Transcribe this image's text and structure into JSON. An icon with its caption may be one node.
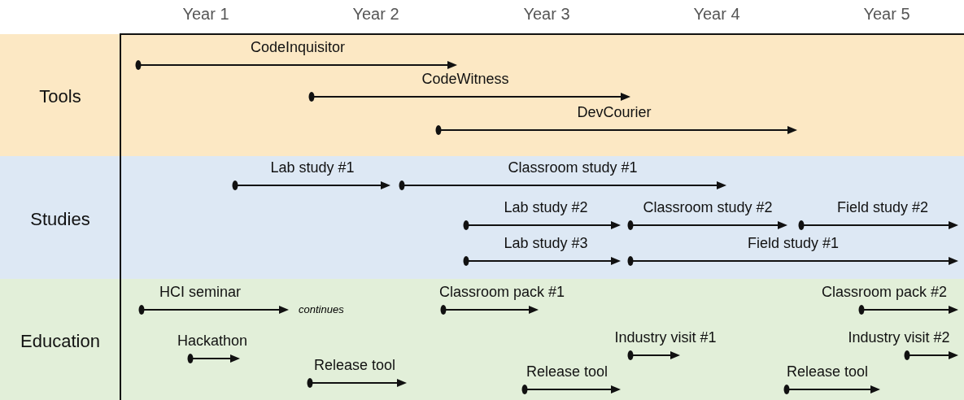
{
  "diagram": {
    "nodes": [
      {
        "text": [
          "Tools"
        ]
      },
      {
        "text": [
          "CodeInquisitor"
        ],
        "in": 0
      },
      {
        "text": [
          "CodeWitness"
        ],
        "in": 0
      },
      {
        "text": [
          "DevCourier"
        ],
        "in": 0
      },
      {
        "text": [
          "Studies"
        ]
      },
      {
        "text": [
          "Lab study #1"
        ],
        "in": 4
      },
      {
        "text": [
          "Classroom study #1"
        ],
        "in": 4
      },
      {
        "text": [
          "Lab study #2"
        ],
        "in": 4
      },
      {
        "text": [
          "Classroom study #2"
        ],
        "in": 4
      },
      {
        "text": [
          "Field study #2"
        ],
        "in": 4
      },
      {
        "text": [
          "Lab study #3"
        ],
        "in": 4
      },
      {
        "text": [
          "Field study #1"
        ],
        "in": 4
      },
      {
        "text": [
          "Education"
        ]
      },
      {
        "text": [
          "HCI seminar"
        ],
        "in": 12,
        "beside": [
          "continues"
        ]
      },
      {
        "text": [
          "Classroom pack #1"
        ],
        "in": 12
      },
      {
        "text": [
          "Classroom pack #2"
        ],
        "in": 12
      },
      {
        "text": [
          "Hackathon"
        ],
        "in": 12
      },
      {
        "text": [
          "Industry visit #1"
        ],
        "in": 12
      },
      {
        "text": [
          "Industry visit #2"
        ],
        "in": 12
      },
      {
        "text": [
          "Release tool"
        ],
        "in": 12
      },
      {
        "text": [
          "Release tool"
        ],
        "in": 12
      },
      {
        "text": [
          "Release tool"
        ],
        "in": 12
      }
    ],
    "labels": [
      "Year 1",
      "Year 2",
      "Year 3",
      "Year 4",
      "Year 5"
    ]
  }
}
